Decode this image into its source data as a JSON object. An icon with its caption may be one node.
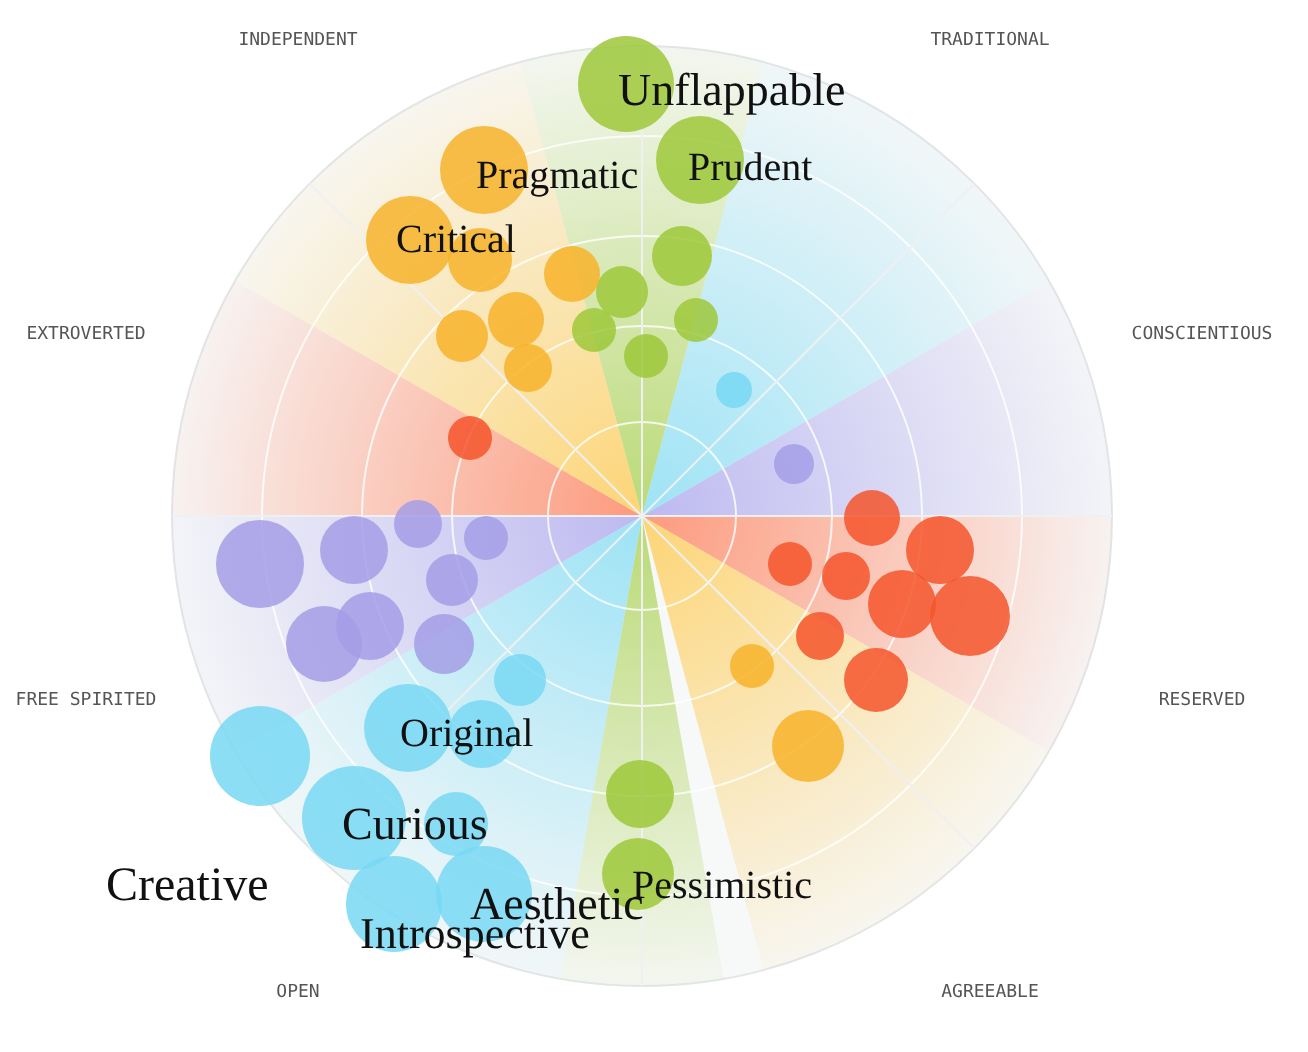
{
  "diagram": {
    "labels": [
      "INDEPENDENT",
      "TRADITIONAL",
      "Unflappable",
      "Pragmatic",
      "Prudent",
      "Critical",
      "EXTROVERTED",
      "CONSCIENTIOUS",
      "FREE SPIRITED",
      "RESERVED",
      "Original",
      "Curious",
      "Creative",
      "Pessimistic",
      "Aesthetic",
      "Introspective",
      "OPEN",
      "AGREEABLE"
    ]
  }
}
